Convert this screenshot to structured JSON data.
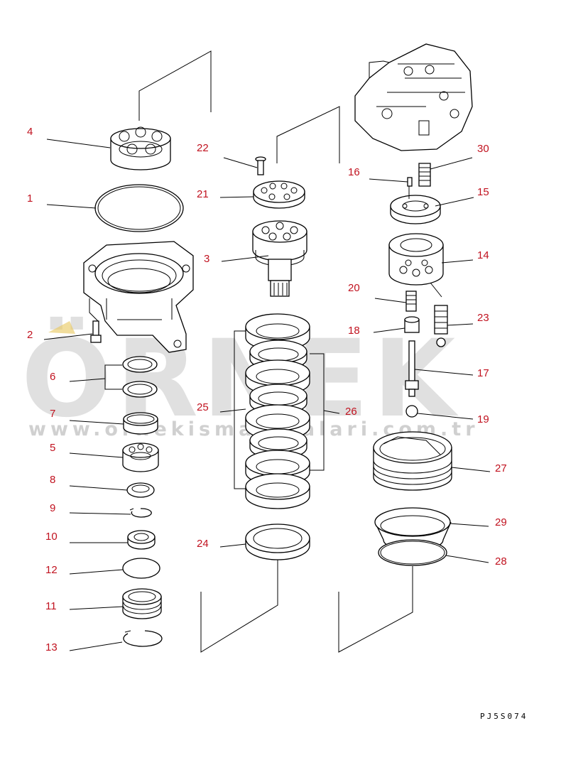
{
  "drawing_code": "PJ5S074",
  "watermark": {
    "brand": "ÖRNEK",
    "site": "www.ornekismakinalari.com.tr",
    "color": "#c8c8c8"
  },
  "callout_color": "#c1121f",
  "labels": {
    "p1": "1",
    "p2": "2",
    "p3": "3",
    "p4": "4",
    "p5": "5",
    "p6": "6",
    "p7": "7",
    "p8": "8",
    "p9": "9",
    "p10": "10",
    "p11": "11",
    "p12": "12",
    "p13": "13",
    "p14": "14",
    "p15": "15",
    "p16": "16",
    "p17": "17",
    "p18": "18",
    "p19": "19",
    "p20": "20",
    "p21": "21",
    "p22": "22",
    "p23": "23",
    "p24": "24",
    "p25": "25",
    "p26": "26",
    "p27": "27",
    "p28": "28",
    "p29": "29",
    "p30": "30"
  }
}
